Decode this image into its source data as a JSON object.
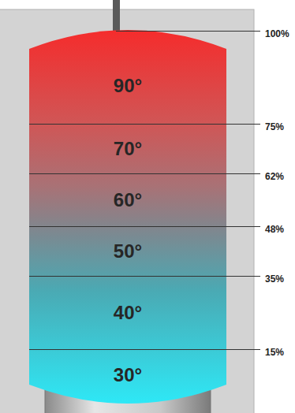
{
  "diagram": {
    "nodes": [
      {
        "text": [
          "90°"
        ]
      },
      {
        "text": [
          "70°"
        ]
      },
      {
        "text": [
          "60°"
        ]
      },
      {
        "text": [
          "50°"
        ]
      },
      {
        "text": [
          "40°"
        ]
      },
      {
        "text": [
          "30°"
        ]
      }
    ],
    "labels": [
      "100%",
      "75%",
      "62%",
      "48%",
      "35%",
      "15%"
    ]
  }
}
